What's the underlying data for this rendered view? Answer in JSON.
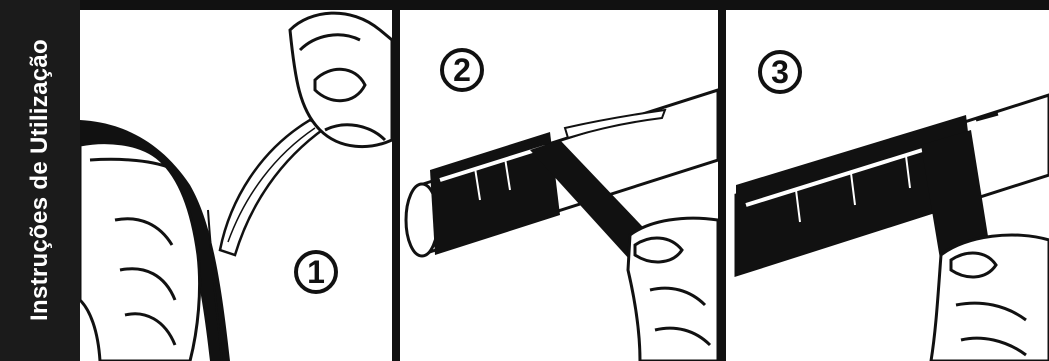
{
  "sidebar": {
    "title": "Instruções de Utilização"
  },
  "steps": [
    {
      "number": "1"
    },
    {
      "number": "2"
    },
    {
      "number": "3"
    }
  ],
  "colors": {
    "ink": "#111111",
    "paper": "#ffffff",
    "sidebar": "#1b1b1b"
  }
}
